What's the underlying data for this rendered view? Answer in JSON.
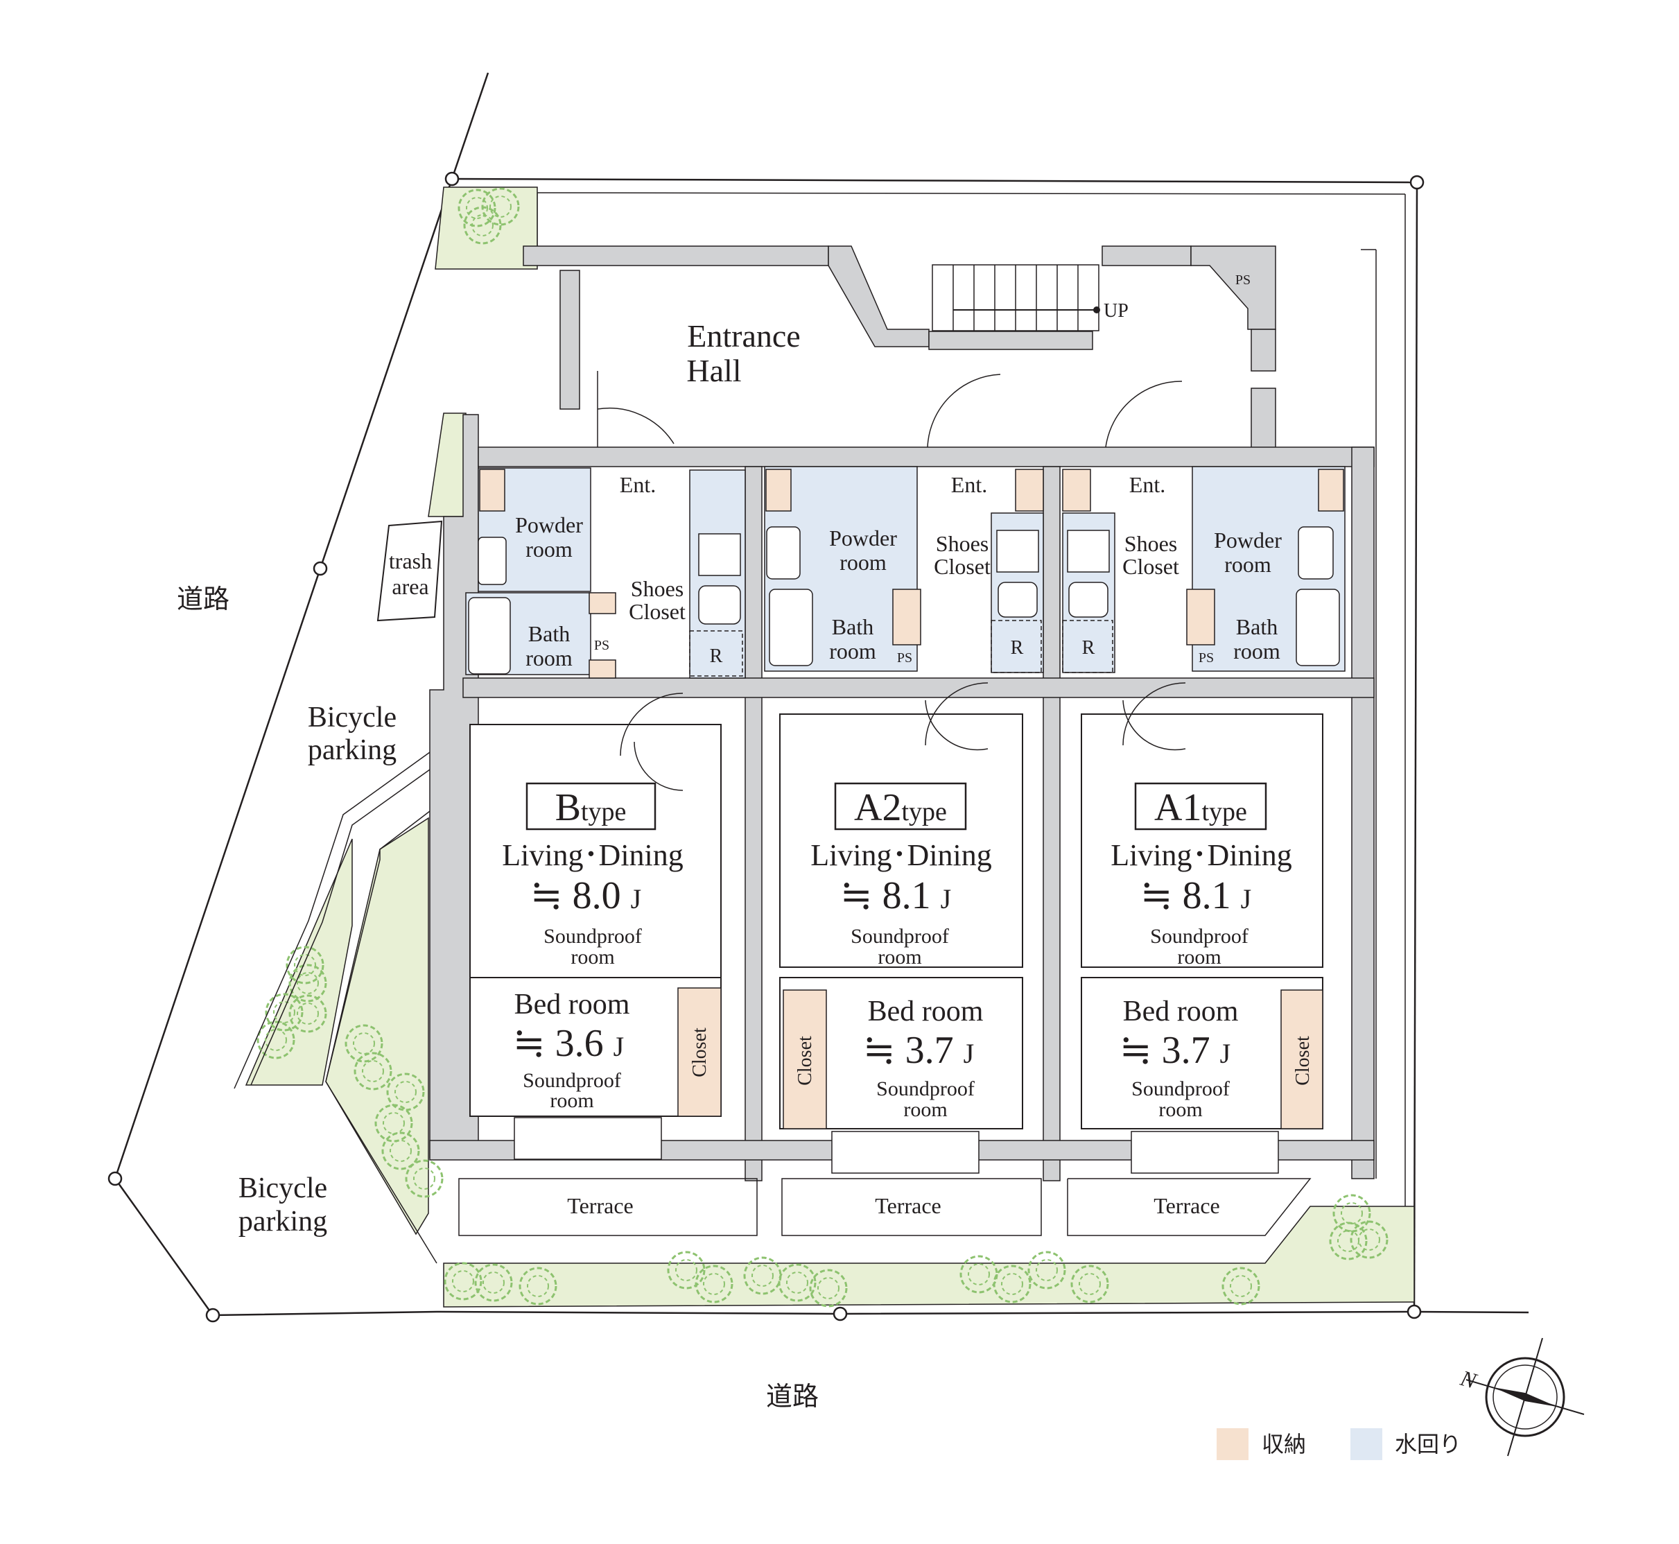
{
  "colors": {
    "storage": "#f6e1cf",
    "water": "#dfe8f3",
    "green": "#e8f0d5",
    "tree": "#8dc26f",
    "wall": "#d1d2d4",
    "line": "#231f20"
  },
  "roads": {
    "west": "道路",
    "south": "道路"
  },
  "areas": {
    "entrance_hall_line1": "Entrance",
    "entrance_hall_line2": "Hall",
    "trash_line1": "trash",
    "trash_line2": "area",
    "bicycle1_line1": "Bicycle",
    "bicycle1_line2": "parking",
    "bicycle2_line1": "Bicycle",
    "bicycle2_line2": "parking",
    "stair_up": "UP",
    "ps_top": "PS"
  },
  "units": [
    {
      "type_letter": "B",
      "type_suffix": "type",
      "ent": "Ent.",
      "powder_line1": "Powder",
      "powder_line2": "room",
      "bath_line1": "Bath",
      "bath_line2": "room",
      "shoes_line1": "Shoes",
      "shoes_line2": "Closet",
      "ps": "PS",
      "fridge": "R",
      "ld_label": "Living･Dining",
      "ld_area": "≒ 8.0",
      "ld_unit": "J",
      "ld_sp1": "Soundproof",
      "ld_sp2": "room",
      "bed_label": "Bed room",
      "bed_area": "≒ 3.6",
      "bed_unit": "J",
      "bed_sp1": "Soundproof",
      "bed_sp2": "room",
      "closet": "Closet",
      "terrace": "Terrace"
    },
    {
      "type_letter": "A2",
      "type_suffix": "type",
      "ent": "Ent.",
      "powder_line1": "Powder",
      "powder_line2": "room",
      "bath_line1": "Bath",
      "bath_line2": "room",
      "shoes_line1": "Shoes",
      "shoes_line2": "Closet",
      "ps": "PS",
      "fridge": "R",
      "ld_label": "Living･Dining",
      "ld_area": "≒ 8.1",
      "ld_unit": "J",
      "ld_sp1": "Soundproof",
      "ld_sp2": "room",
      "bed_label": "Bed room",
      "bed_area": "≒ 3.7",
      "bed_unit": "J",
      "bed_sp1": "Soundproof",
      "bed_sp2": "room",
      "closet": "Closet",
      "terrace": "Terrace"
    },
    {
      "type_letter": "A1",
      "type_suffix": "type",
      "ent": "Ent.",
      "powder_line1": "Powder",
      "powder_line2": "room",
      "bath_line1": "Bath",
      "bath_line2": "room",
      "shoes_line1": "Shoes",
      "shoes_line2": "Closet",
      "ps": "PS",
      "fridge": "R",
      "ld_label": "Living･Dining",
      "ld_area": "≒ 8.1",
      "ld_unit": "J",
      "ld_sp1": "Soundproof",
      "ld_sp2": "room",
      "bed_label": "Bed room",
      "bed_area": "≒ 3.7",
      "bed_unit": "J",
      "bed_sp1": "Soundproof",
      "bed_sp2": "room",
      "closet": "Closet",
      "terrace": "Terrace"
    }
  ],
  "legend": {
    "storage": "収納",
    "water": "水回り"
  },
  "compass": {
    "north": "N"
  }
}
